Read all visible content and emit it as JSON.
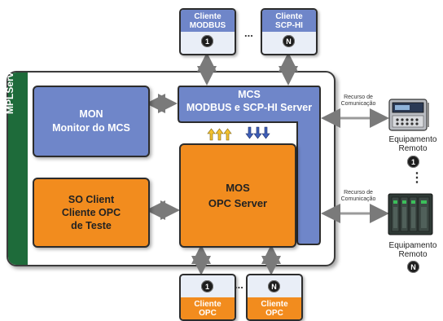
{
  "server": {
    "label": "MPLServer"
  },
  "mon": {
    "line1": "MON",
    "line2": "Monitor do MCS"
  },
  "mcs": {
    "line1": "MCS",
    "line2": "MODBUS e SCP-HI Server"
  },
  "so_client": {
    "line1": "SO Client",
    "line2": "Cliente OPC",
    "line3": "de Teste"
  },
  "mos": {
    "line1": "MOS",
    "line2": "OPC Server"
  },
  "top_clients": [
    {
      "line1": "Cliente",
      "line2": "MODBUS",
      "badge": "1"
    },
    {
      "line1": "Cliente",
      "line2": "SCP-HI",
      "badge": "N"
    }
  ],
  "bottom_clients": [
    {
      "line1": "Cliente",
      "line2": "OPC",
      "badge": "1"
    },
    {
      "line1": "Cliente",
      "line2": "OPC",
      "badge": "N"
    }
  ],
  "ellipsis": "...",
  "vertical_ellipsis": "⋮",
  "comm_resource": {
    "line1": "Recurso de",
    "line2": "Comunicação"
  },
  "remote_equipment": [
    {
      "line1": "Equipamento",
      "line2": "Remoto",
      "badge": "1"
    },
    {
      "line1": "Equipamento",
      "line2": "Remoto",
      "badge": "N"
    }
  ],
  "colors": {
    "blue": "#6f86c9",
    "orange": "#f28c1e",
    "green": "#1e6b3a",
    "arrow_yellow": "#f2c12e",
    "arrow_blue": "#3f5fb8"
  }
}
